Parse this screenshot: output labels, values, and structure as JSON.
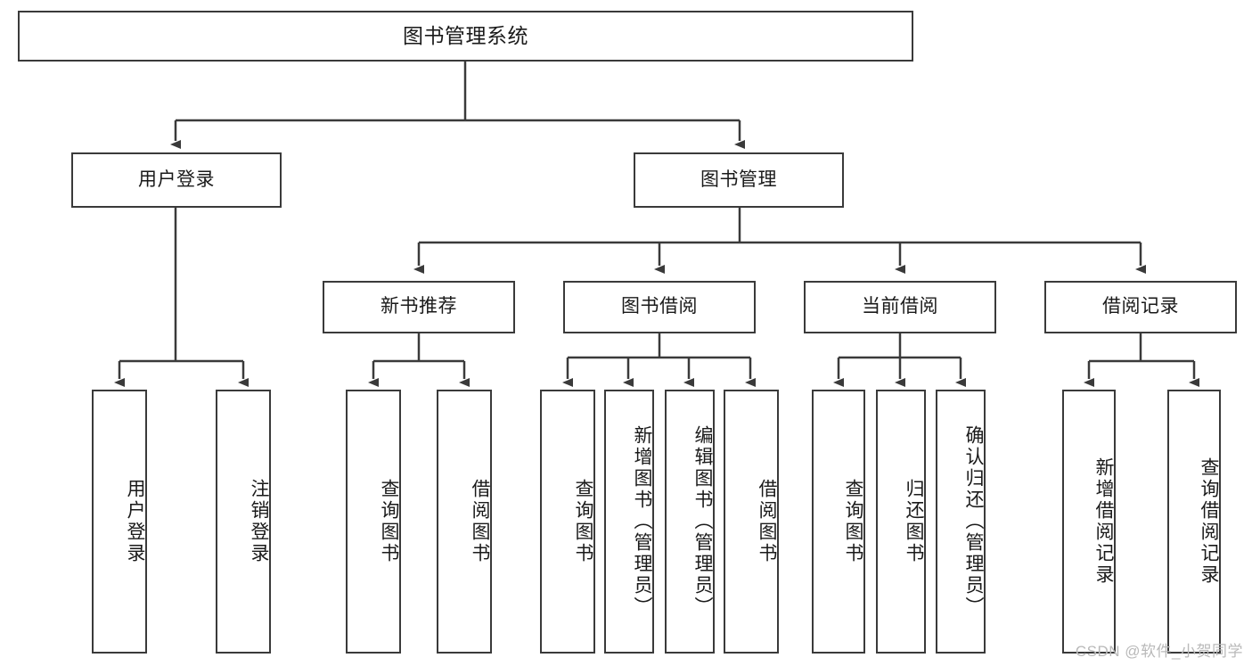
{
  "diagram": {
    "type": "tree-hierarchy",
    "title": "图书管理系统",
    "stroke_color": "#3a3a3a",
    "text_color": "#1a1a1a",
    "background_color": "#ffffff",
    "root": {
      "label": "图书管理系统"
    },
    "level2": [
      {
        "label": "用户登录"
      },
      {
        "label": "图书管理"
      }
    ],
    "level3": [
      {
        "label": "新书推荐"
      },
      {
        "label": "图书借阅"
      },
      {
        "label": "当前借阅"
      },
      {
        "label": "借阅记录"
      }
    ],
    "leaves": {
      "user_login": [
        {
          "label": "用户登录"
        },
        {
          "label": "注销登录"
        }
      ],
      "new_book_recommend": [
        {
          "label": "查询图书"
        },
        {
          "label": "借阅图书"
        }
      ],
      "book_borrow": [
        {
          "label": "查询图书"
        },
        {
          "label": "新增图书（管理员）"
        },
        {
          "label": "编辑图书（管理员）"
        },
        {
          "label": "借阅图书"
        }
      ],
      "current_borrow": [
        {
          "label": "查询图书"
        },
        {
          "label": "归还图书"
        },
        {
          "label": "确认归还（管理员）"
        }
      ],
      "borrow_record": [
        {
          "label": "新增借阅记录"
        },
        {
          "label": "查询借阅记录"
        }
      ]
    },
    "watermark": "CSDN @软件_小贺同学"
  }
}
